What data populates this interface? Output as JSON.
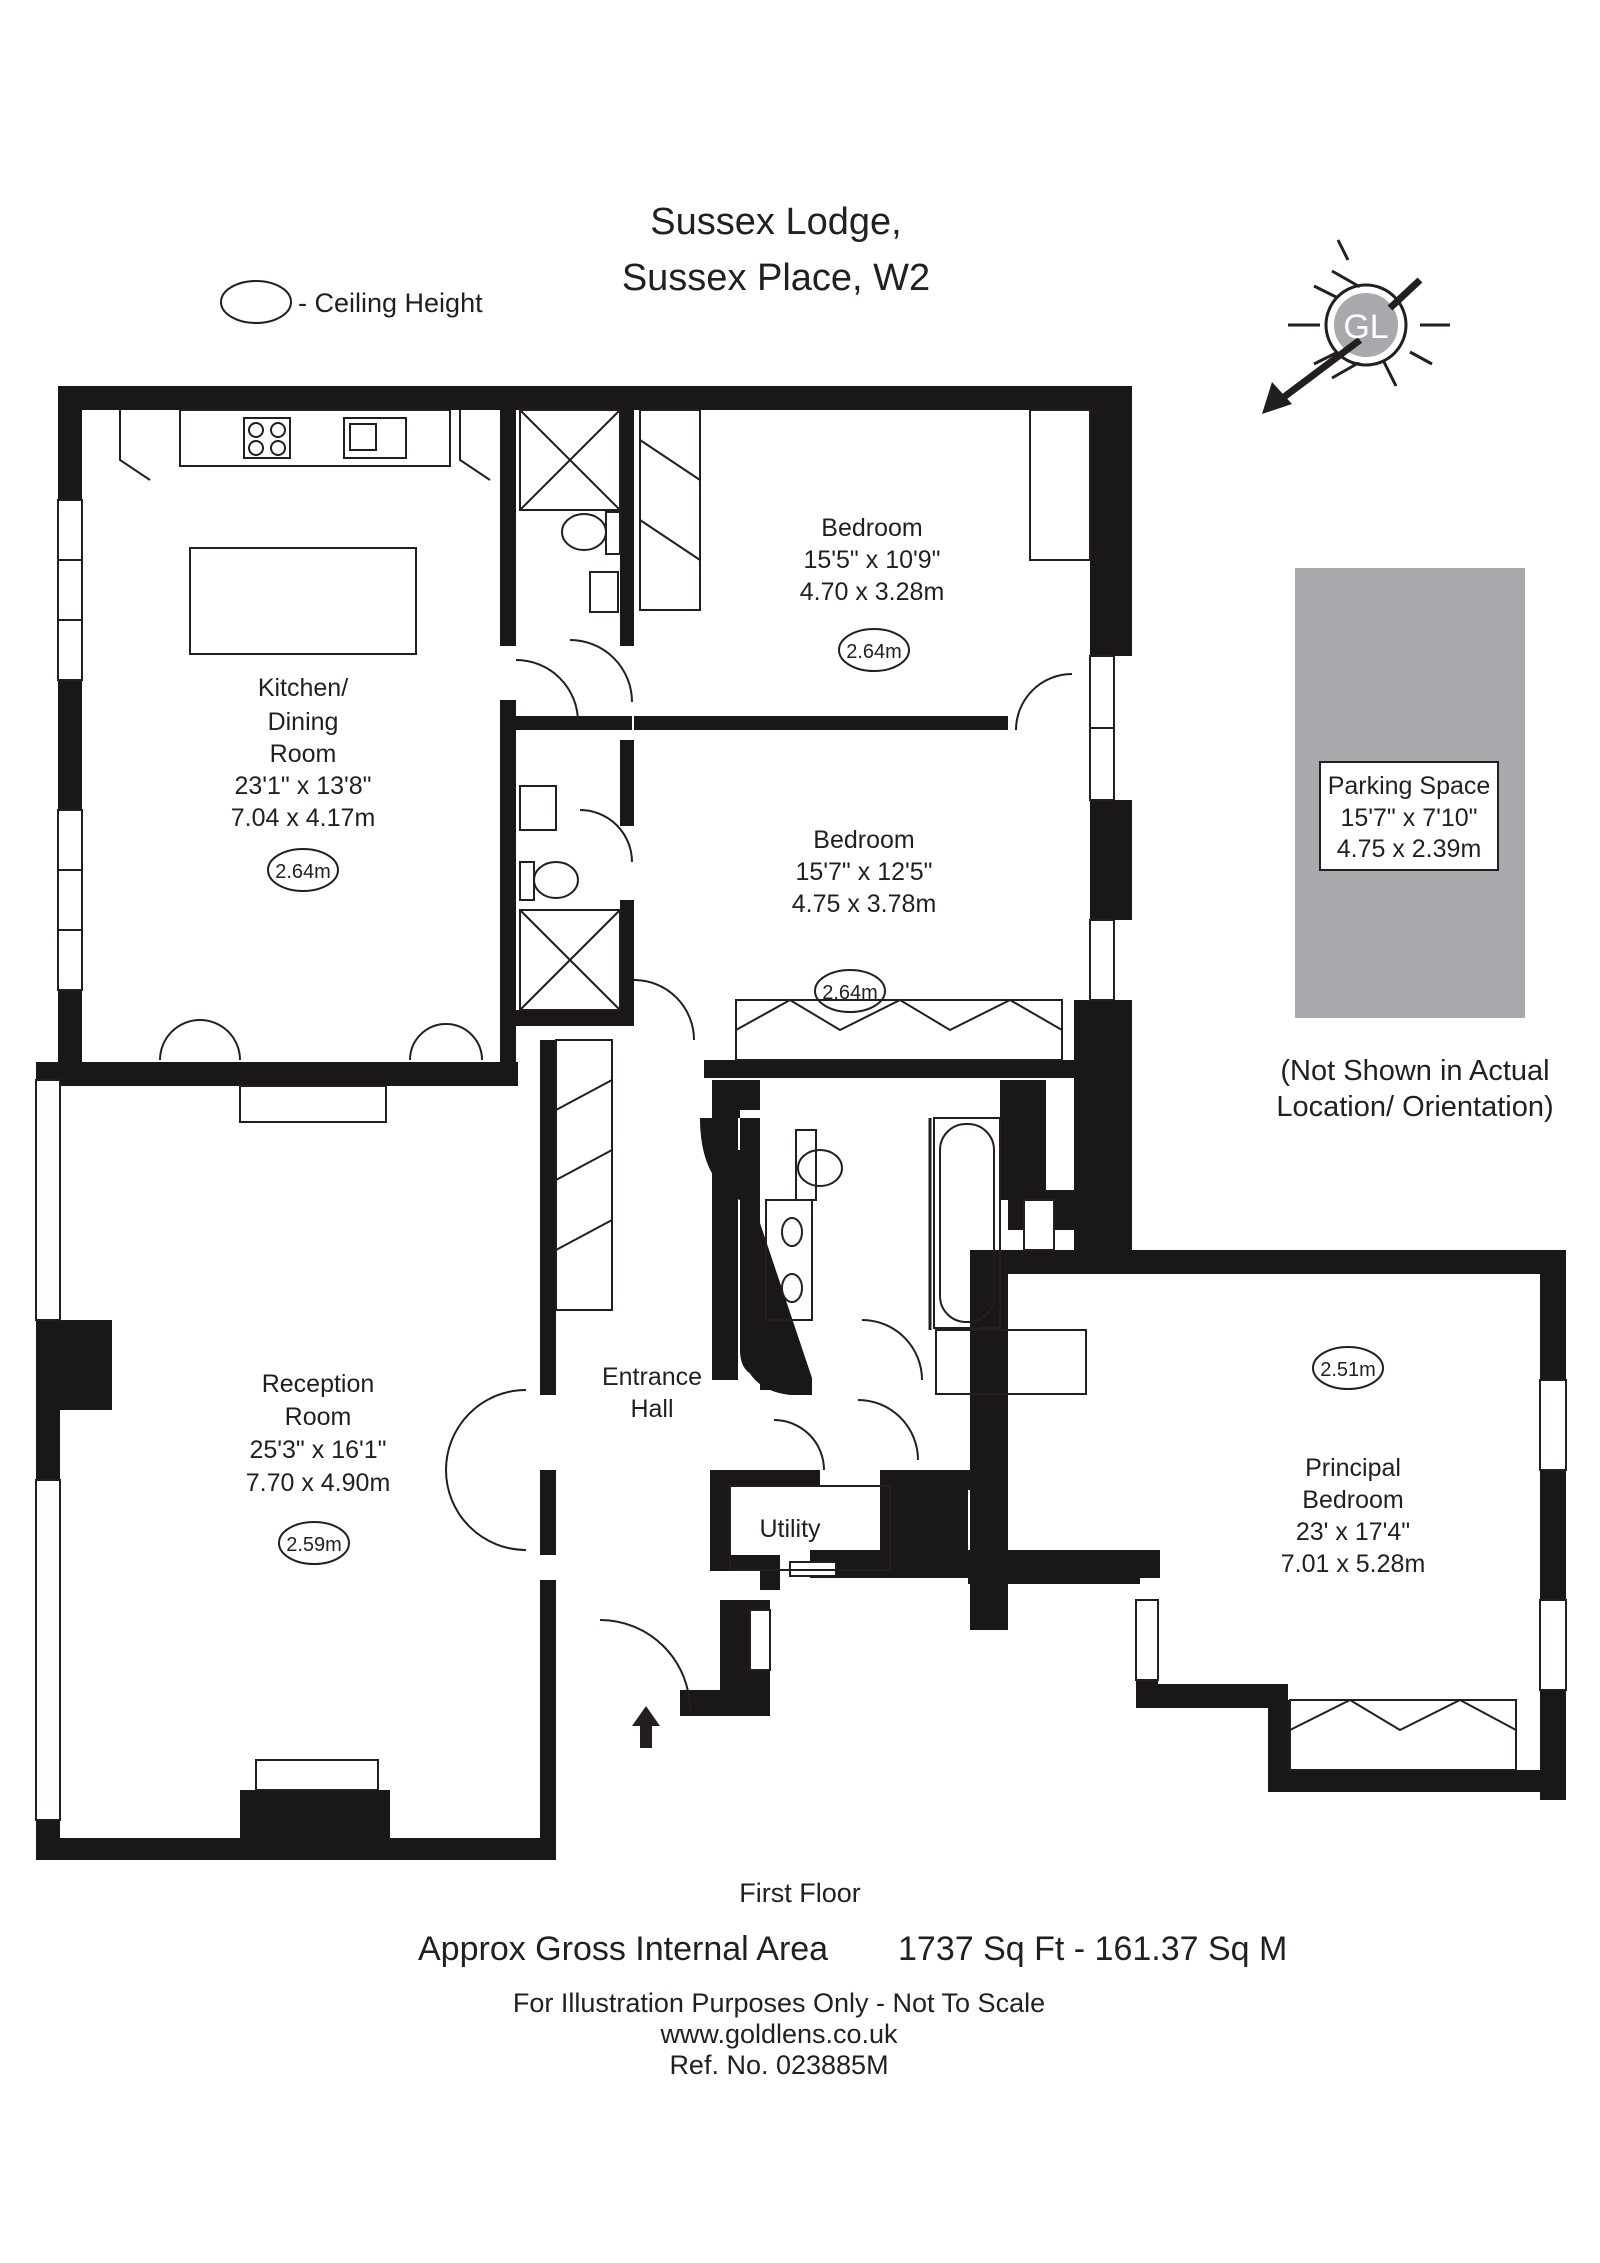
{
  "header": {
    "title_line1": "Sussex Lodge,",
    "title_line2": "Sussex Place, W2"
  },
  "legend": {
    "label": "- Ceiling Height"
  },
  "compass": {
    "label": "GL"
  },
  "rooms": {
    "kitchen": {
      "name1": "Kitchen/",
      "name2": "Dining",
      "name3": "Room",
      "imperial": "23'1\" x 13'8\"",
      "metric": "7.04 x 4.17m",
      "ceiling": "2.64m"
    },
    "bedroom1": {
      "name": "Bedroom",
      "imperial": "15'5\" x 10'9\"",
      "metric": "4.70 x 3.28m",
      "ceiling": "2.64m"
    },
    "bedroom2": {
      "name": "Bedroom",
      "imperial": "15'7\" x 12'5\"",
      "metric": "4.75 x 3.78m",
      "ceiling": "2.64m"
    },
    "reception": {
      "name1": "Reception",
      "name2": "Room",
      "imperial": "25'3\" x 16'1\"",
      "metric": "7.70 x 4.90m",
      "ceiling": "2.59m"
    },
    "hall": {
      "name1": "Entrance",
      "name2": "Hall"
    },
    "utility": {
      "name": "Utility"
    },
    "principal": {
      "name1": "Principal",
      "name2": "Bedroom",
      "imperial": "23' x 17'4\"",
      "metric": "7.01 x 5.28m",
      "ceiling": "2.51m"
    }
  },
  "parking": {
    "name": "Parking Space",
    "imperial": "15'7\" x 7'10\"",
    "metric": "4.75 x 2.39m",
    "note1": "(Not Shown in Actual",
    "note2": "Location/ Orientation)"
  },
  "footer": {
    "floor": "First Floor",
    "area_label": "Approx Gross Internal Area",
    "area_value": "1737 Sq Ft  -  161.37 Sq M",
    "disclaimer": "For Illustration Purposes Only - Not To Scale",
    "website": "www.goldlens.co.uk",
    "ref": "Ref. No. 023885M"
  },
  "colors": {
    "wall": "#1a1718",
    "parking": "#a7a9ac",
    "compass": "#a7a9ac",
    "text": "#231f20"
  }
}
